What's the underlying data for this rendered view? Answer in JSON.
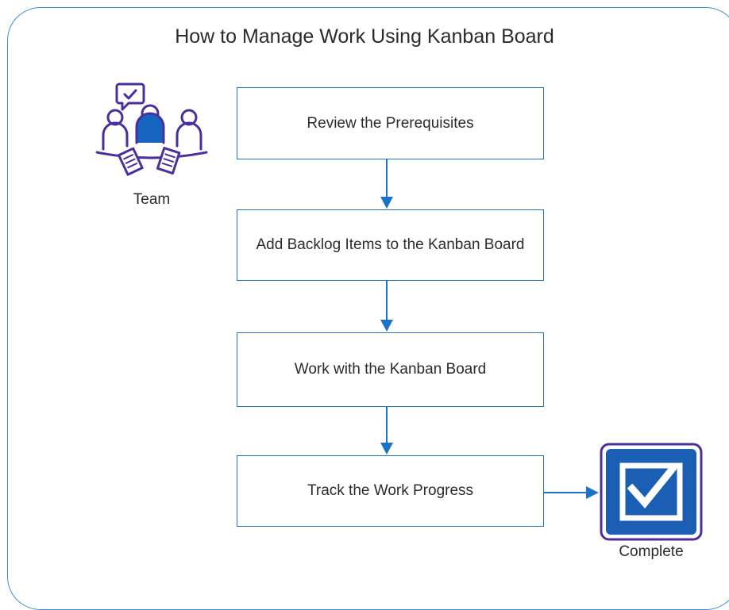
{
  "diagram": {
    "title": "How to Manage Work Using Kanban Board",
    "steps": [
      "Review the Prerequisites",
      "Add Backlog Items to the Kanban Board",
      "Work with the Kanban Board",
      "Track the Work Progress"
    ],
    "actor_label": "Team",
    "end_label": "Complete",
    "actor_icon": "team-icon",
    "end_icon": "checkbox-complete-icon",
    "colors": {
      "frame": "#3a8fd6",
      "box_border": "#1d72c4",
      "arrow": "#1d72c4",
      "icon_purple": "#4b2e9e",
      "icon_blue": "#1565c0",
      "complete_blue": "#1a5fb4"
    }
  }
}
